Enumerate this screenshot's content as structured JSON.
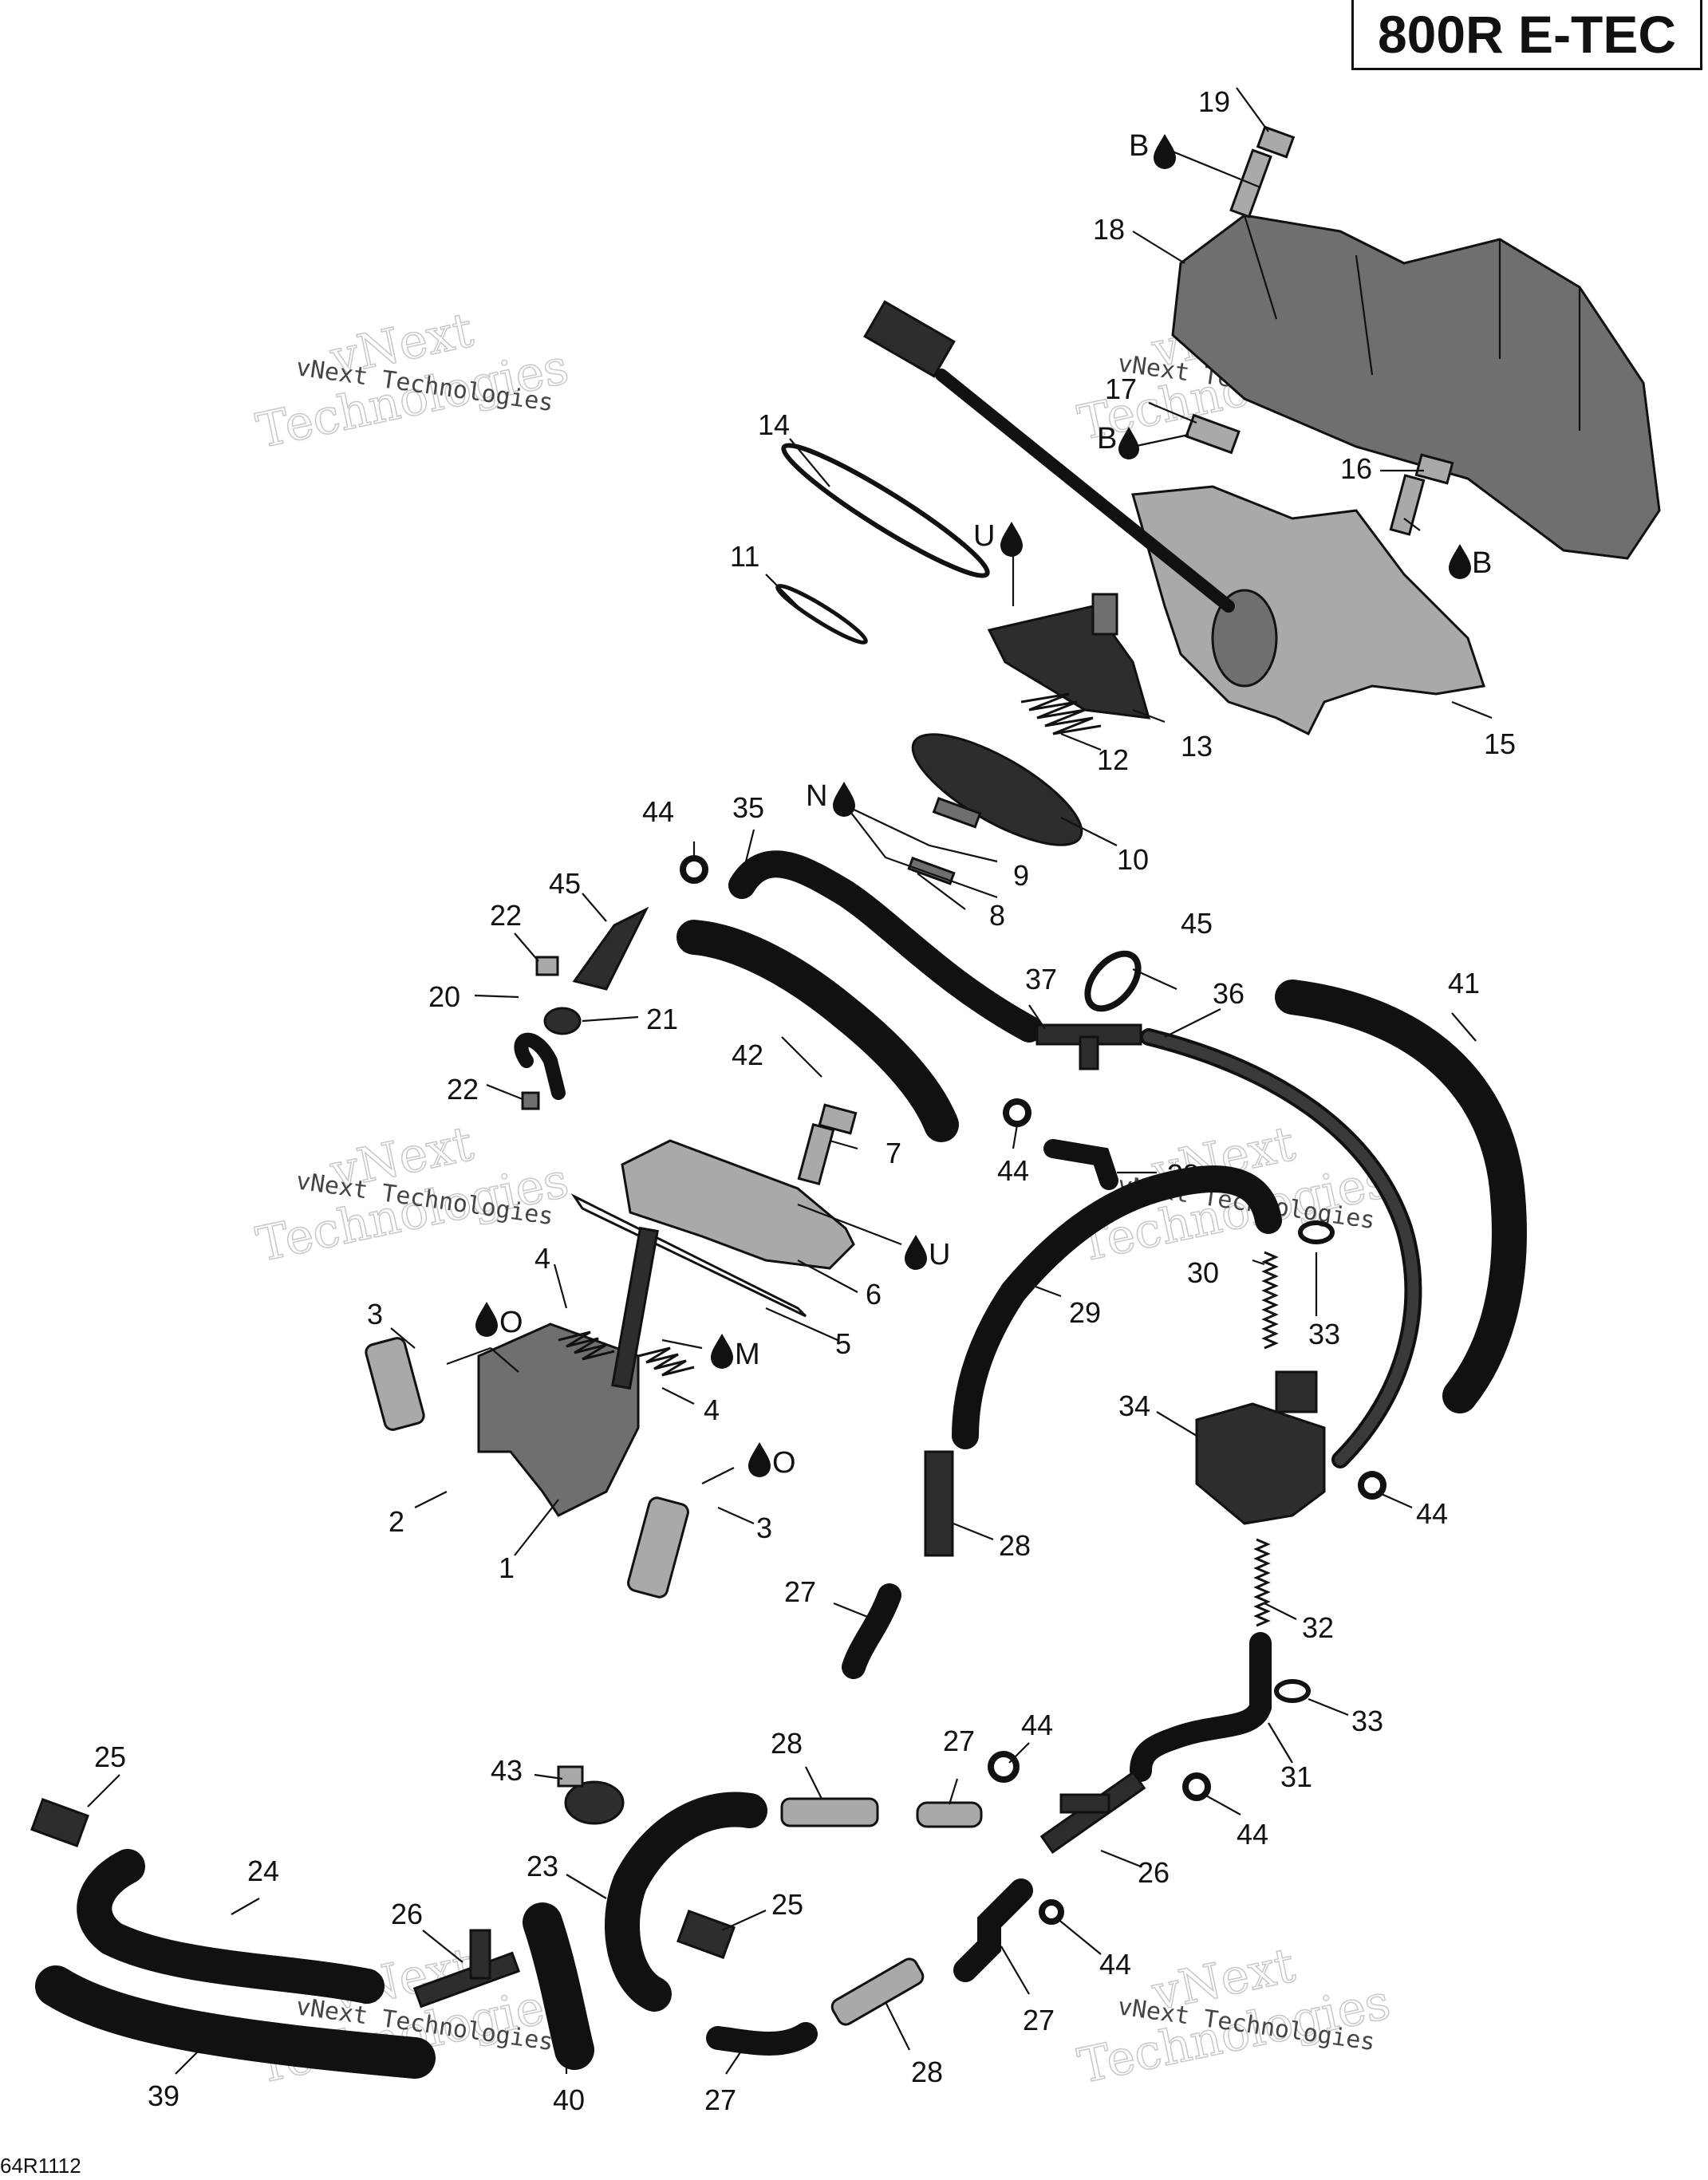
{
  "title": "800R E-TEC",
  "drawing_code": "64R1112",
  "watermark": {
    "line1": "vNext",
    "line2": "Technologies",
    "small": "vNext Technologies"
  },
  "callouts": [
    "1",
    "2",
    "3",
    "3",
    "4",
    "4",
    "5",
    "6",
    "7",
    "8",
    "9",
    "10",
    "11",
    "12",
    "13",
    "14",
    "15",
    "16",
    "17",
    "18",
    "19",
    "20",
    "21",
    "22",
    "22",
    "23",
    "24",
    "25",
    "25",
    "26",
    "26",
    "27",
    "27",
    "27",
    "27",
    "28",
    "28",
    "28",
    "29",
    "30",
    "31",
    "32",
    "33",
    "33",
    "34",
    "35",
    "36",
    "37",
    "38",
    "39",
    "40",
    "41",
    "42",
    "43",
    "44",
    "44",
    "44",
    "44",
    "44",
    "44",
    "44",
    "45",
    "45"
  ],
  "lubricant_marks": [
    "B",
    "B",
    "B",
    "U",
    "N",
    "U",
    "O",
    "M",
    "O"
  ],
  "colors": {
    "ink": "#111111",
    "part_mid": "#6f6f6f",
    "part_light": "#a9a9a9",
    "part_dark": "#2d2d2d",
    "watermark": "#c8c8c8"
  }
}
